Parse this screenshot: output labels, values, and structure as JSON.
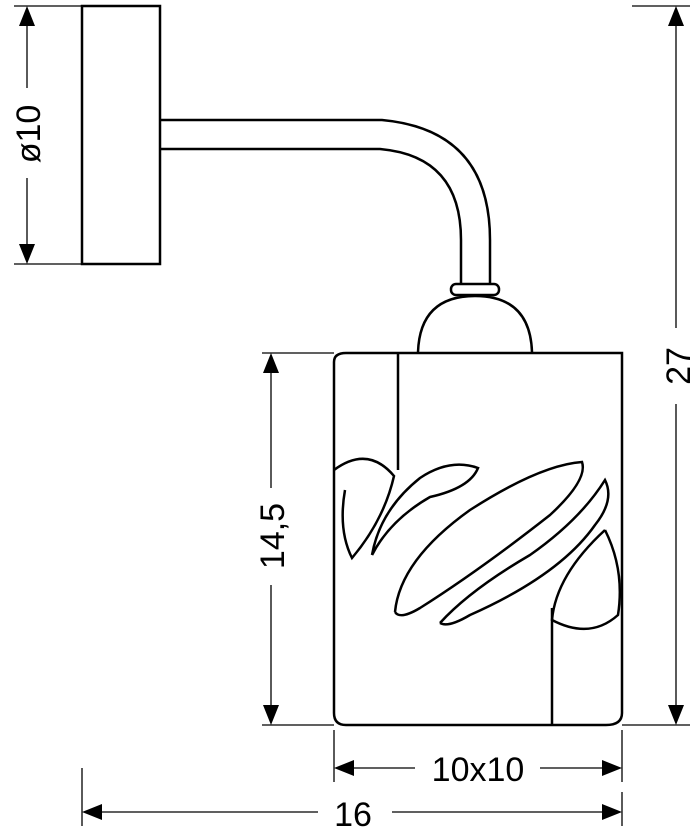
{
  "dimensions": {
    "wall_plate_diameter": "ø10",
    "total_height": "27",
    "shade_height": "14,5",
    "shade_width": "10x10",
    "total_width": "16"
  },
  "colors": {
    "stroke": "#000000",
    "background": "#ffffff"
  }
}
